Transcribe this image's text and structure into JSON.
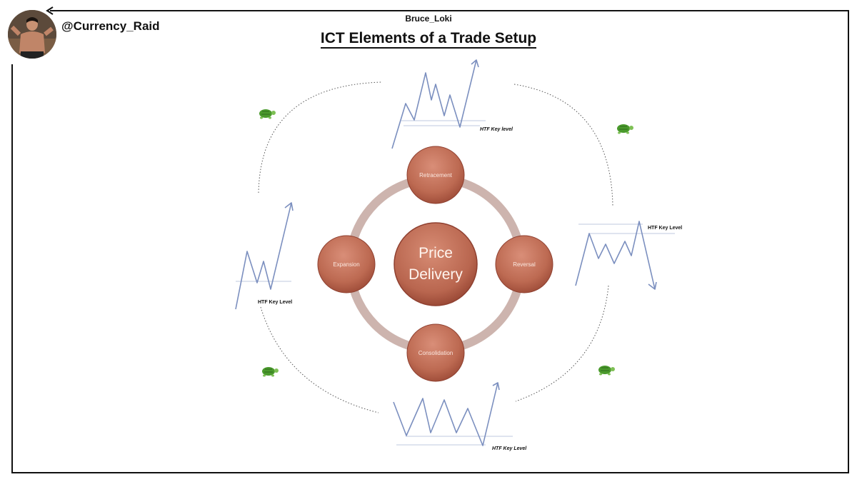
{
  "header": {
    "author": "Bruce_Loki",
    "handle": "@Currency_Raid",
    "title": "ICT Elements of a Trade Setup"
  },
  "cycle": {
    "center_line1": "Price",
    "center_line2": "Delivery",
    "nodes": [
      "Retracement",
      "Reversal",
      "Consolidation",
      "Expansion"
    ]
  },
  "htf_labels": {
    "top": "HTF Key level",
    "right": "HTF Key Level",
    "bottom": "HTF Key Level",
    "left": "HTF Key Level"
  },
  "colors": {
    "node_fill": "#c0705a",
    "node_dark": "#8f4030",
    "ring": "#cdb4ae",
    "price_line": "#7b8fbf",
    "turtle": "#4a9a2c"
  }
}
